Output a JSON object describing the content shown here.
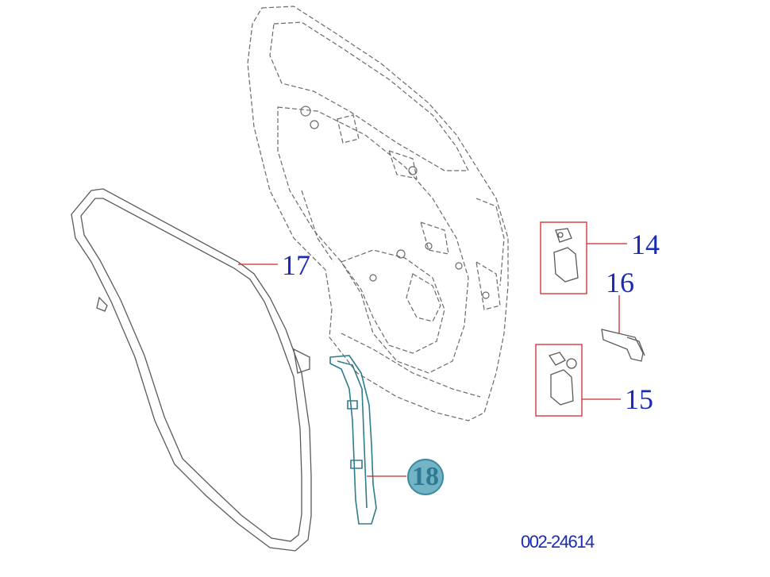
{
  "callouts": {
    "c14": "14",
    "c15": "15",
    "c16": "16",
    "c17": "17",
    "c18": "18"
  },
  "reference_code": "002-24614",
  "colors": {
    "line": "#5a5a5a",
    "callout_text": "#1a2bb8",
    "leader_red": "#d22a2a",
    "highlight_part": "#2e7d8c",
    "badge_fill": "#72b3c6"
  }
}
